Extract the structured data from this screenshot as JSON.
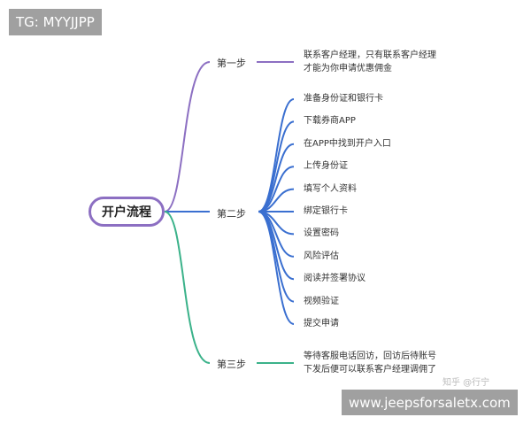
{
  "badge_top": "TG: MYYJJPP",
  "badge_bottom": "www.jeepsforsaletx.com",
  "root": "开户流程",
  "steps": [
    {
      "label": "第一步",
      "text": [
        "联系客户经理，只有联系客户经理",
        "才能为你申请优惠佣金"
      ]
    },
    {
      "label": "第二步",
      "items": [
        "准备身份证和银行卡",
        "下载券商APP",
        "在APP中找到开户入口",
        "上传身份证",
        "填写个人资料",
        "绑定银行卡",
        "设置密码",
        "风险评估",
        "阅读并签署协议",
        "视频验证",
        "提交申请"
      ]
    },
    {
      "label": "第三步",
      "text": [
        "等待客服电话回访，回访后待账号",
        "下发后便可以联系客户经理调佣了"
      ]
    }
  ],
  "watermark": "知乎 @行宁",
  "colors": {
    "step1": "#8c6fc2",
    "step2": "#3a6fd0",
    "step3": "#3bb28a"
  }
}
